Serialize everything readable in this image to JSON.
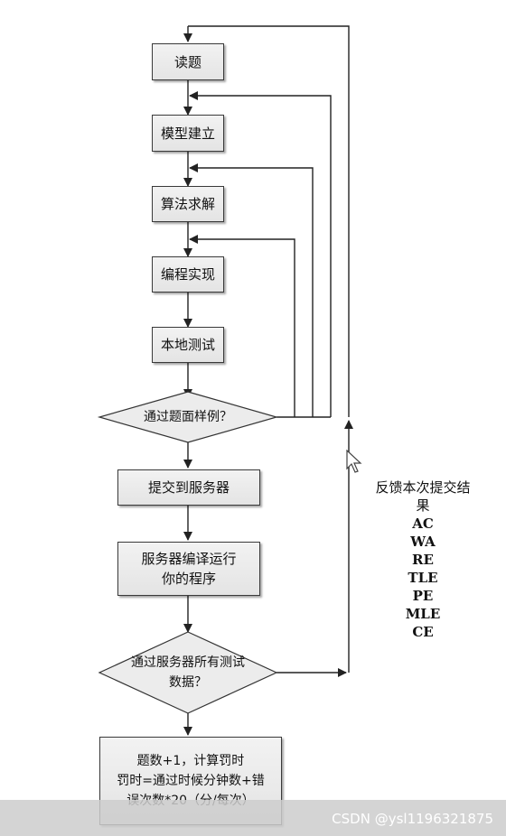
{
  "banner": {
    "title": ""
  },
  "steps": {
    "read": "读题",
    "model": "模型建立",
    "algorithm": "算法求解",
    "implement": "编程实现",
    "local_test": "本地测试",
    "submit": "提交到服务器",
    "compile_line1": "服务器编译运行",
    "compile_line2": "你的程序",
    "result_line1": "题数+1，计算罚时",
    "result_line2": "罚时=通过时候分钟数+错",
    "result_line3": "误次数*20（分/每次）"
  },
  "decisions": {
    "sample": "通过题面样例？",
    "server_line1": "通过服务器所有测试",
    "server_line2": "数据？"
  },
  "feedback": {
    "line1": "反馈本次提交结",
    "line2": "果",
    "codes": [
      "AC",
      "WA",
      "RE",
      "TLE",
      "PE",
      "MLE",
      "CE"
    ]
  },
  "footer": {
    "watermark": "CSDN @ysl1196321875"
  },
  "colors": {
    "banner_green": "#1f9e4d",
    "line": "#222222",
    "box_fill": "#ececec"
  }
}
